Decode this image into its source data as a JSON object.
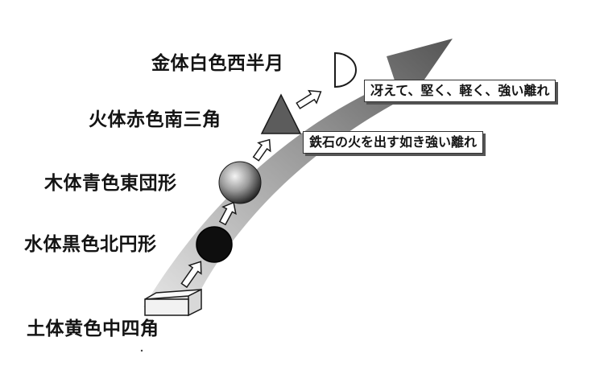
{
  "stages": [
    {
      "label": "土体黄色中四角",
      "shape": "rectangle-box",
      "color": "#f2f2f2"
    },
    {
      "label": "水体黒色北円形",
      "shape": "circle",
      "color": "#0e0e0e"
    },
    {
      "label": "木体青色東団形",
      "shape": "shaded-sphere",
      "color": "#6a6a6a"
    },
    {
      "label": "火体赤色南三角",
      "shape": "triangle",
      "color": "#5c5c5c"
    },
    {
      "label": "金体白色西半月",
      "shape": "half-moon",
      "color": "#ffffff"
    }
  ],
  "callouts": [
    {
      "text": "鉄石の火を出す如き強い離れ"
    },
    {
      "text": "冴えて、堅く、軽く、強い離れ"
    }
  ],
  "colors": {
    "arrow_light": "#e0e0e0",
    "arrow_dark": "#4a4a4a",
    "stroke": "#1a1a1a"
  },
  "icons": {
    "step_arrow": "up-right-arrow"
  }
}
